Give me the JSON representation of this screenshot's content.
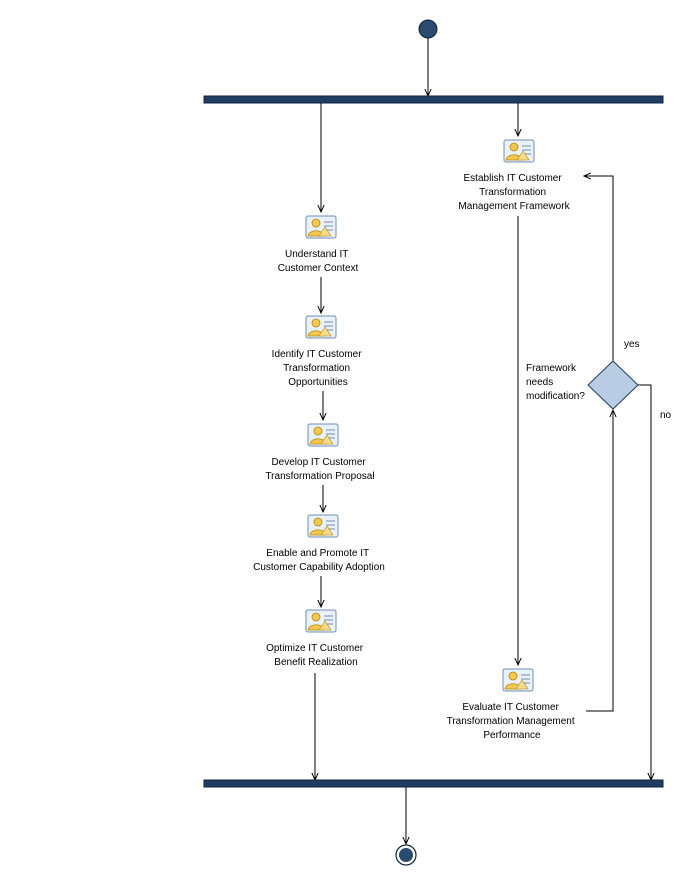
{
  "activities": [
    {
      "id": "establish",
      "lines": [
        "Establish IT Customer",
        "Transformation",
        "Management Framework"
      ]
    },
    {
      "id": "understand",
      "lines": [
        "Understand IT",
        "Customer Context"
      ]
    },
    {
      "id": "identify",
      "lines": [
        "Identify IT Customer",
        "Transformation",
        "Opportunities"
      ]
    },
    {
      "id": "develop",
      "lines": [
        "Develop IT Customer",
        "Transformation Proposal"
      ]
    },
    {
      "id": "enable",
      "lines": [
        "Enable and Promote IT",
        "Customer Capability Adoption"
      ]
    },
    {
      "id": "optimize",
      "lines": [
        "Optimize IT Customer",
        "Benefit Realization"
      ]
    },
    {
      "id": "evaluate",
      "lines": [
        "Evaluate IT Customer",
        "Transformation Management",
        "Performance"
      ]
    }
  ],
  "decision": {
    "question_lines": [
      "Framework",
      "needs",
      "modification?"
    ],
    "yes_label": "yes",
    "no_label": "no"
  },
  "colors": {
    "bar": "#1f3d63",
    "node": "#2b4a6f",
    "decision_fill": "#b8cce4",
    "decision_stroke": "#1f3d63",
    "icon_figure": "#f2c94c",
    "icon_card": "#e9f1fb"
  }
}
